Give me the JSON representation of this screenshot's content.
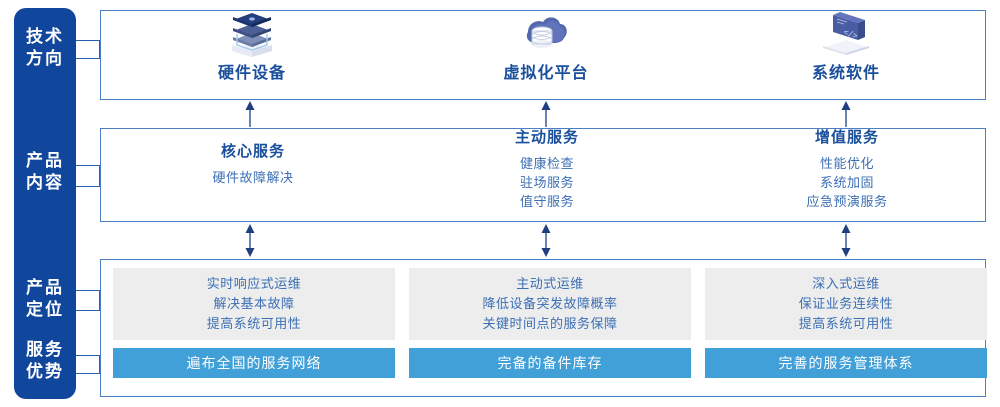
{
  "rail": {
    "labels": [
      {
        "id": "tech",
        "lines": [
          "技术",
          "方向"
        ]
      },
      {
        "id": "prod",
        "lines": [
          "产品",
          "内容"
        ]
      },
      {
        "id": "pos",
        "lines": [
          "产品",
          "定位"
        ]
      },
      {
        "id": "adv",
        "lines": [
          "服务",
          "优势"
        ]
      }
    ]
  },
  "technology": {
    "columns": [
      {
        "icon": "server-stack-icon",
        "title": "硬件设备"
      },
      {
        "icon": "cloud-database-icon",
        "title": "虚拟化平台"
      },
      {
        "icon": "laptop-code-icon",
        "title": "系统软件"
      }
    ]
  },
  "product_content": {
    "columns": [
      {
        "title": "核心服务",
        "items": [
          "硬件故障解决"
        ]
      },
      {
        "title": "主动服务",
        "items": [
          "健康检查",
          "驻场服务",
          "值守服务"
        ]
      },
      {
        "title": "增值服务",
        "items": [
          "性能优化",
          "系统加固",
          "应急预演服务"
        ]
      }
    ]
  },
  "product_positioning": {
    "cards": [
      {
        "lines": [
          "实时响应式运维",
          "解决基本故障",
          "提高系统可用性"
        ]
      },
      {
        "lines": [
          "主动式运维",
          "降低设备突发故障概率",
          "关键时间点的服务保障"
        ]
      },
      {
        "lines": [
          "深入式运维",
          "保证业务连续性",
          "提高系统可用性"
        ]
      }
    ]
  },
  "service_advantages": {
    "bars": [
      {
        "label": "遍布全国的服务网络"
      },
      {
        "label": "完备的备件库存"
      },
      {
        "label": "完善的服务管理体系"
      }
    ]
  },
  "colors": {
    "rail_navy": "#10469b",
    "panel_border": "#4a7fc1",
    "title_blue": "#1a4f9c",
    "body_blue": "#3c6fb4",
    "card_grey": "#ededed",
    "bar_blue": "#41a0d8",
    "connector": "#2a5fae"
  }
}
